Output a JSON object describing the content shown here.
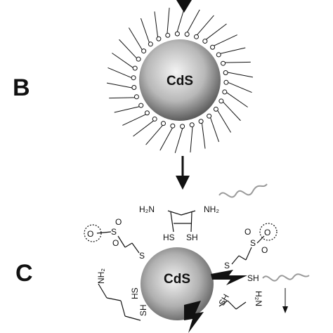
{
  "panels": {
    "b": {
      "label": "B",
      "core": "CdS"
    },
    "c": {
      "label": "C",
      "core": "CdS",
      "chem": {
        "amine_left": "H₂N",
        "amine_right": "NH₂",
        "thiol_left": "HS",
        "thiol_right": "SH",
        "sulfonate_left_s": "S",
        "sulfonate_left_o1": "O",
        "sulfonate_left_o2": "O",
        "sulfonate_left_o3": "O",
        "sulfonate_left_link": "S",
        "sulfonate_right_s": "S",
        "sulfonate_right_o1": "O",
        "sulfonate_right_o2": "O",
        "sulfonate_right_o3": "O",
        "sulfonate_right_link": "S",
        "sh_bolt": "SH",
        "amine_side_left": "NH₂",
        "thiol_side_left_1": "HS",
        "thiol_side_left_2": "SH",
        "thiol_side_right": "SH",
        "amine_side_right": "H₂N"
      }
    }
  },
  "colors": {
    "stroke": "#111111",
    "wavy": "#9a9a9a",
    "sphere_light": "#f4f4f4",
    "sphere_dark": "#555555"
  },
  "icons": [
    "arrow-down-icon",
    "lightning-bolt-icon"
  ]
}
